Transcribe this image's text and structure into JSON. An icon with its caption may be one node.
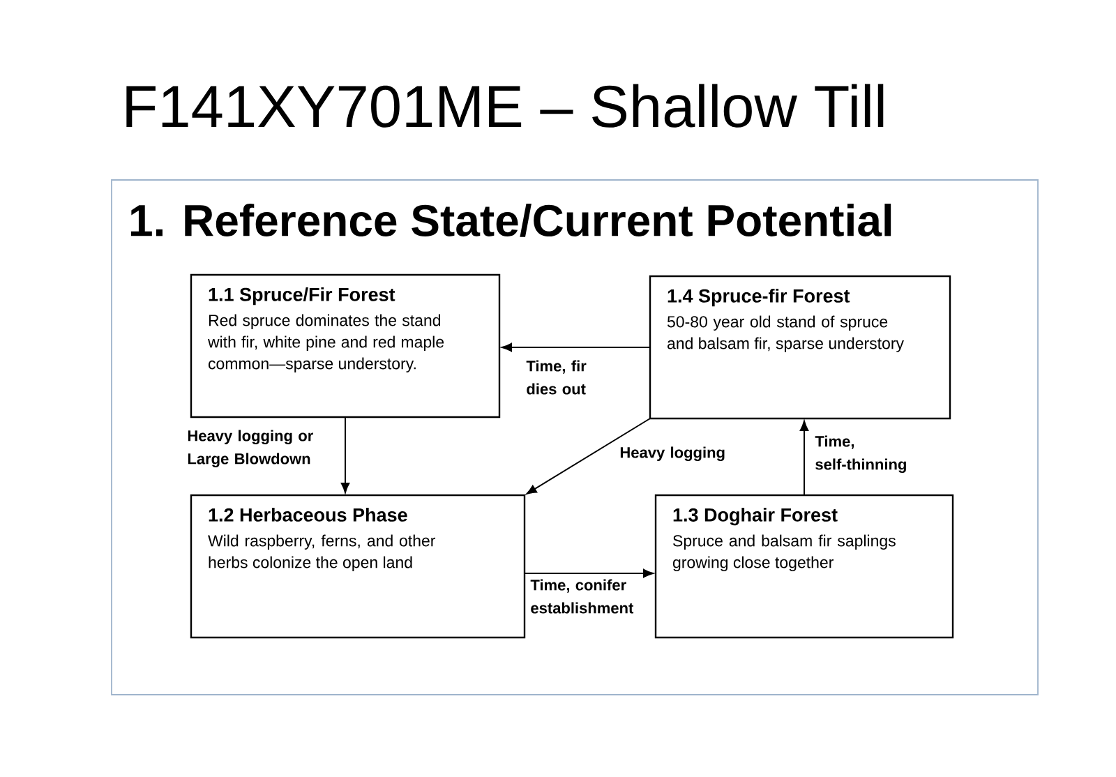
{
  "diagram": {
    "title": "F141XY701ME – Shallow Till",
    "nodes": [
      {
        "text": [
          "1. Reference State/Current Potential"
        ]
      },
      {
        "text": [
          "1.1 Spruce/Fir Forest",
          "Red spruce dominates the stand with fir, white pine and red maple common—sparse understory."
        ],
        "in": 0
      },
      {
        "text": [
          "1.4 Spruce-fir Forest",
          "50-80 year old stand of spruce and balsam fir, sparse understory"
        ],
        "in": 0
      },
      {
        "text": [
          "1.2 Herbaceous Phase",
          "Wild raspberry, ferns, and other herbs colonize the open land"
        ],
        "in": 0
      },
      {
        "text": [
          "1.3 Doghair Forest",
          "Spruce and balsam fir saplings growing close together"
        ],
        "in": 0
      }
    ],
    "edges": [
      {
        "from": 2,
        "to": 1,
        "arrow": "to",
        "label": "Time, fir dies out"
      },
      {
        "from": 1,
        "to": 3,
        "arrow": "to",
        "label": "Heavy logging or Large Blowdown"
      },
      {
        "from": 2,
        "to": 3,
        "arrow": "to",
        "label": "Heavy logging"
      },
      {
        "from": 3,
        "to": 4,
        "arrow": "to",
        "label": "Time, conifer establishment"
      },
      {
        "from": 4,
        "to": 2,
        "arrow": "to",
        "label": "Time, self-thinning"
      }
    ]
  }
}
